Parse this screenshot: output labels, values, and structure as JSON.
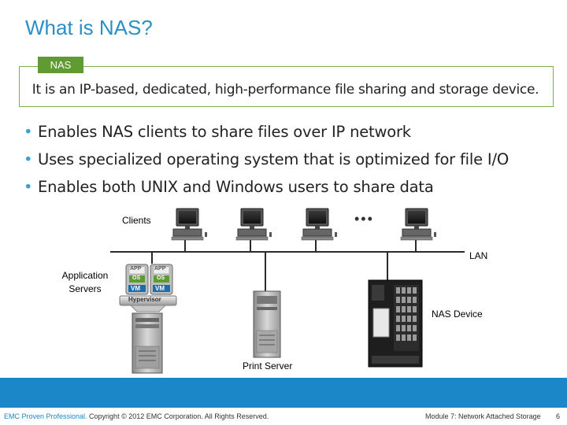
{
  "title": "What is NAS?",
  "definition": {
    "tag": "NAS",
    "text": "It is an IP-based, dedicated, high-performance file sharing and storage device."
  },
  "bullets": [
    "Enables NAS clients to share files over IP network",
    "Uses specialized operating system that is optimized for file I/O",
    "Enables both UNIX and Windows users to share data"
  ],
  "diagram": {
    "clients_label": "Clients",
    "ellipsis": "•••",
    "lan_label": "LAN",
    "app_servers_label_line1": "Application",
    "app_servers_label_line2": "Servers",
    "vm_tiles": [
      {
        "app": "APP",
        "os": "OS",
        "vm": "VM"
      },
      {
        "app": "APP",
        "os": "OS",
        "vm": "VM"
      }
    ],
    "hypervisor_label": "Hypervisor",
    "nas_device_label": "NAS Device",
    "print_server_label": "Print Server"
  },
  "footer": {
    "brand": "EMC Proven Professional.",
    "copyright": " Copyright © 2012 EMC Corporation. All Rights Reserved.",
    "module": "Module 7: Network Attached Storage",
    "page": "6"
  },
  "colors": {
    "title": "#2b8fc6",
    "accent_green": "#5f9a32",
    "footer_bar": "#1b87c9",
    "bullet": "#3aa0d6"
  }
}
